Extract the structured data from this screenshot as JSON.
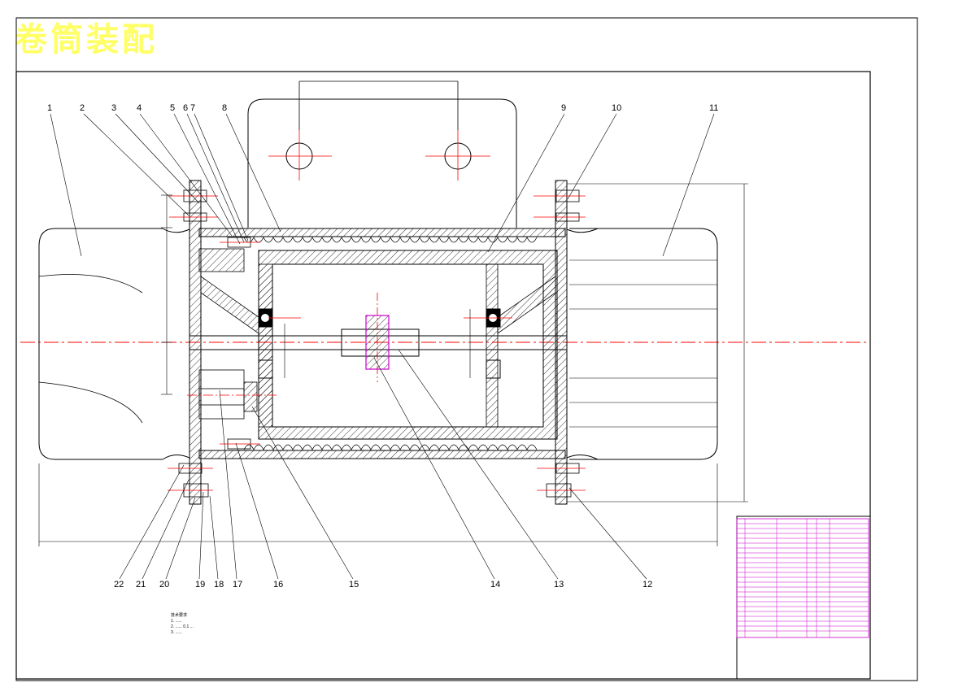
{
  "title": "卷筒装配",
  "colors": {
    "outline": "#000000",
    "centerline": "#ff0000",
    "hatch": "#000000",
    "title": "#ffff66",
    "table": "#cc00cc"
  },
  "callouts": [
    "1",
    "2",
    "3",
    "4",
    "5",
    "6",
    "7",
    "8",
    "9",
    "10",
    "11",
    "12",
    "13",
    "14",
    "15",
    "16",
    "17",
    "18",
    "19",
    "20",
    "21",
    "22"
  ],
  "bottom_callouts": [
    "22",
    "21",
    "20",
    "19",
    "18",
    "17",
    "16",
    "15",
    "14",
    "13",
    "12"
  ],
  "notes": {
    "heading": "技术要求",
    "lines": [
      "1. ......",
      "2. ...... 0.1 ...",
      "3. ......"
    ]
  }
}
